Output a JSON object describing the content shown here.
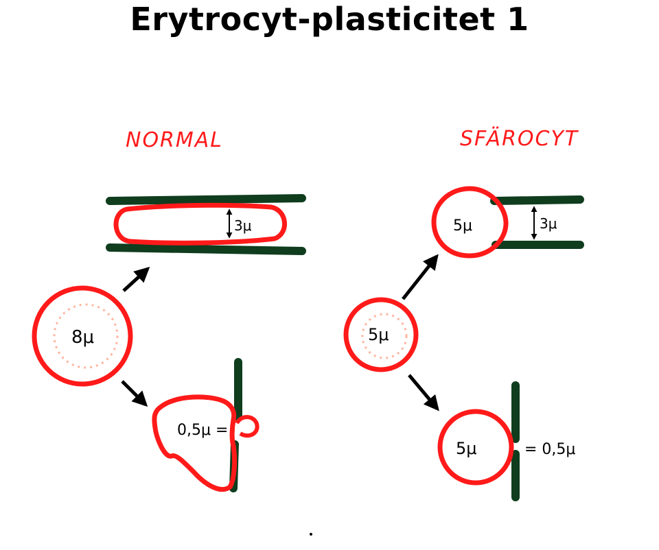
{
  "title": "Erytrocyt-plasticitet 1",
  "colors": {
    "cell_outline": "#ff1a1a",
    "vessel_wall": "#0f3d1e",
    "arrow": "#000000",
    "text": "#000000"
  },
  "panels": {
    "normal": {
      "heading": "NORMAL",
      "cell_size_label": "8μ",
      "channel_width_label": "3μ",
      "pore_label": "0,5μ ="
    },
    "spherocyte": {
      "heading": "SFÄROCYT",
      "cell_size_label": "5μ",
      "channel_cell_label": "5μ",
      "channel_width_label": "3μ",
      "pore_cell_label": "5μ",
      "pore_label": "= 0,5μ"
    }
  }
}
